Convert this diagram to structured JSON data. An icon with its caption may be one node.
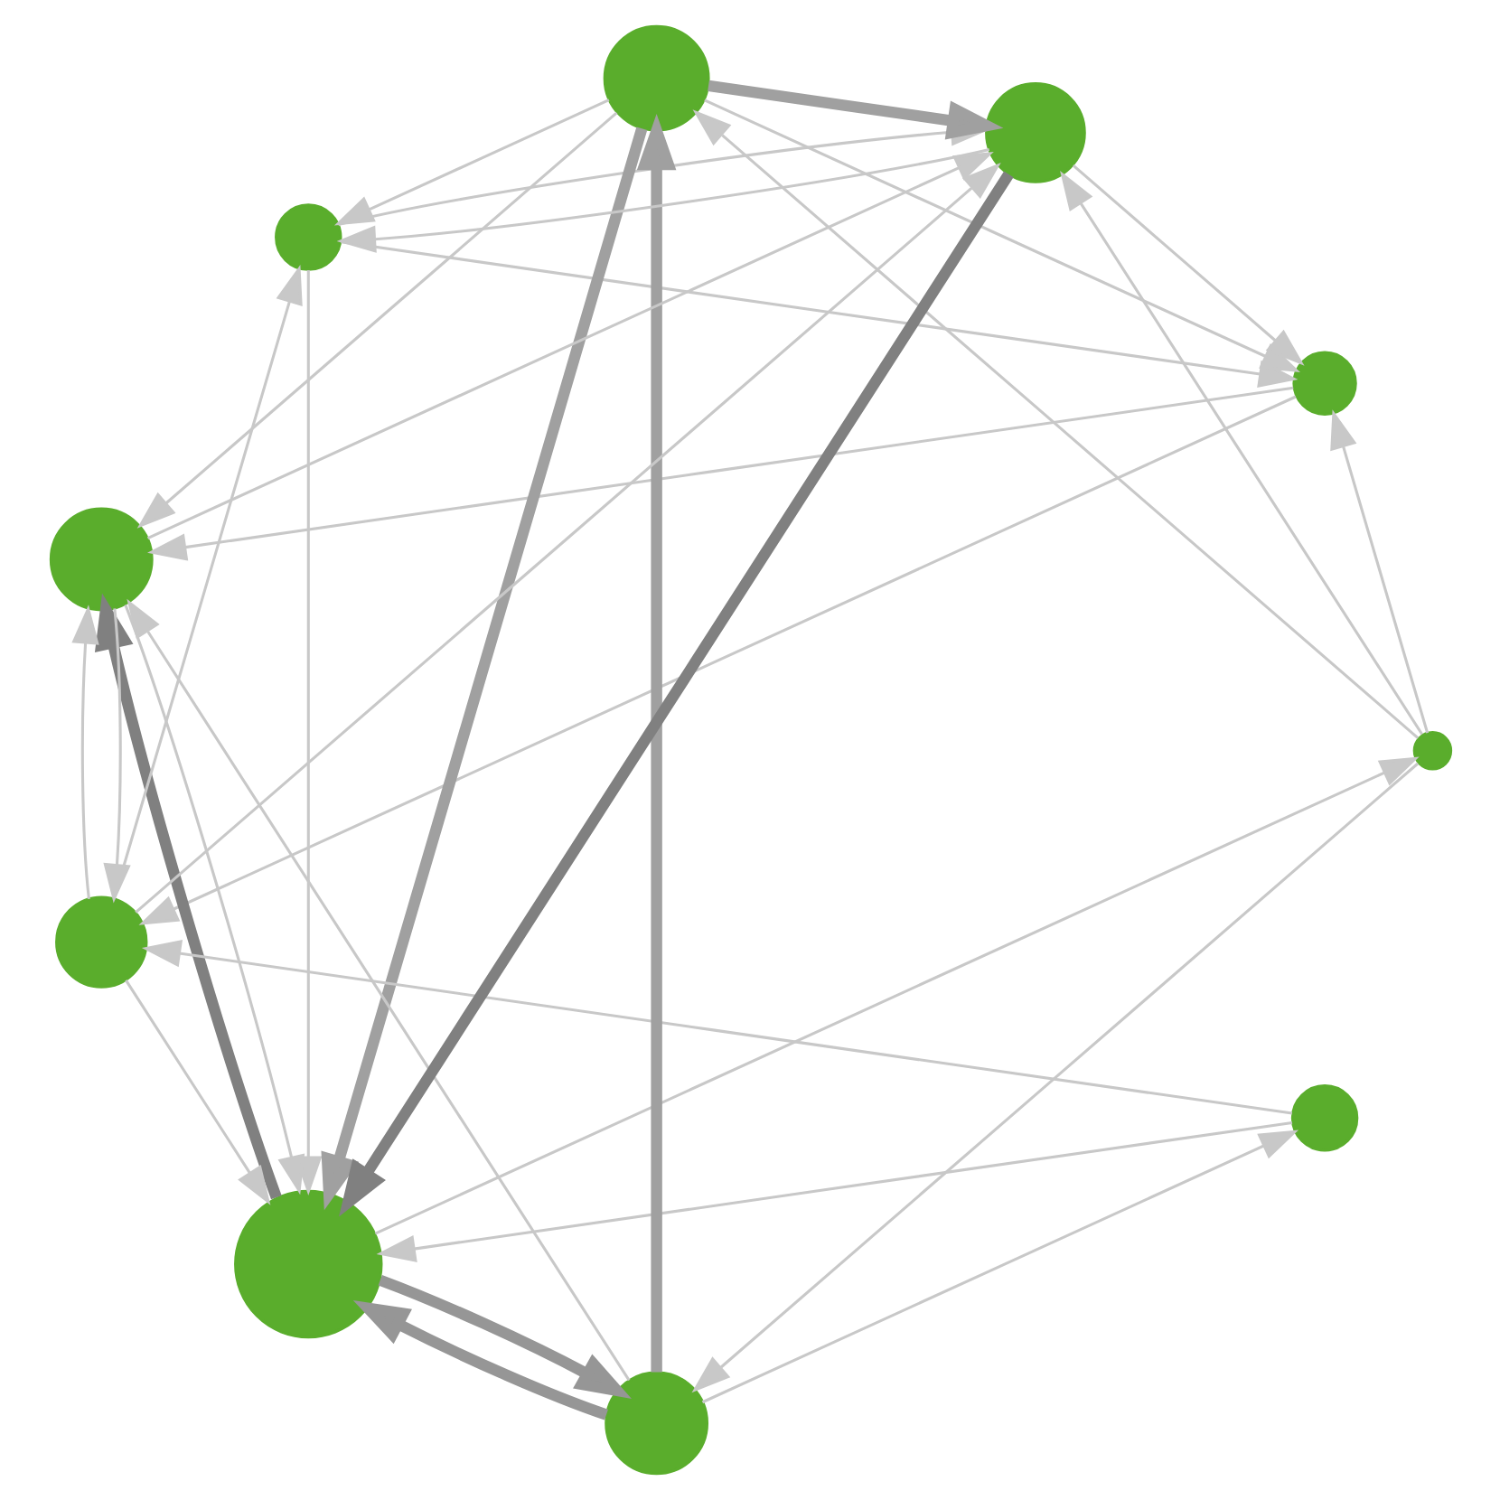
{
  "diagram": {
    "nodes": [
      {
        "text": [],
        "shape": "circle"
      },
      {
        "text": [],
        "shape": "circle"
      },
      {
        "text": [],
        "shape": "circle"
      },
      {
        "text": [],
        "shape": "circle"
      },
      {
        "text": [],
        "shape": "circle"
      },
      {
        "text": [],
        "shape": "circle"
      },
      {
        "text": [],
        "shape": "circle"
      },
      {
        "text": [],
        "shape": "circle"
      },
      {
        "text": [],
        "shape": "circle"
      },
      {
        "text": [],
        "shape": "circle"
      }
    ],
    "edges": [
      {
        "from": 8,
        "to": 4,
        "arrow": "to",
        "style": "thick",
        "color": "#808080"
      },
      {
        "from": 4,
        "to": 7,
        "arrow": "to",
        "style": "thick",
        "color": "#808080"
      },
      {
        "from": 3,
        "to": 4,
        "arrow": "to",
        "style": "thick",
        "color": "#a0a0a0"
      },
      {
        "from": 4,
        "to": 6,
        "arrow": "to",
        "style": "thick",
        "color": "#969696"
      },
      {
        "from": 6,
        "to": 4,
        "arrow": "to",
        "style": "thick",
        "color": "#969696"
      },
      {
        "from": 6,
        "to": 3,
        "arrow": "to",
        "style": "thick",
        "color": "#a0a0a0"
      },
      {
        "from": 3,
        "to": 8,
        "arrow": "to",
        "style": "thick",
        "color": "#a0a0a0"
      },
      {
        "from": 7,
        "to": 4,
        "arrow": "to"
      },
      {
        "from": 3,
        "to": 7,
        "arrow": "to"
      },
      {
        "from": 2,
        "to": 4,
        "arrow": "to"
      },
      {
        "from": 9,
        "to": 2,
        "arrow": "to"
      },
      {
        "from": 8,
        "to": 0,
        "arrow": "to"
      },
      {
        "from": 0,
        "to": 9,
        "arrow": "to"
      },
      {
        "from": 0,
        "to": 7,
        "arrow": "to"
      },
      {
        "from": 3,
        "to": 0,
        "arrow": "to"
      },
      {
        "from": 2,
        "to": 0,
        "arrow": "to"
      },
      {
        "from": 1,
        "to": 0,
        "arrow": "to"
      },
      {
        "from": 1,
        "to": 6,
        "arrow": "to"
      },
      {
        "from": 1,
        "to": 3,
        "arrow": "to"
      },
      {
        "from": 1,
        "to": 8,
        "arrow": "to"
      },
      {
        "from": 2,
        "to": 8,
        "arrow": "to"
      },
      {
        "from": 5,
        "to": 4,
        "arrow": "to"
      },
      {
        "from": 6,
        "to": 5,
        "arrow": "to"
      },
      {
        "from": 5,
        "to": 9,
        "arrow": "to"
      },
      {
        "from": 9,
        "to": 8,
        "arrow": "to"
      },
      {
        "from": 9,
        "to": 7,
        "arrow": "to"
      },
      {
        "from": 7,
        "to": 9,
        "arrow": "to"
      },
      {
        "from": 9,
        "to": 4,
        "arrow": "to"
      },
      {
        "from": 8,
        "to": 2,
        "arrow": "to"
      },
      {
        "from": 3,
        "to": 2,
        "arrow": "to"
      },
      {
        "from": 4,
        "to": 1,
        "arrow": "to"
      },
      {
        "from": 6,
        "to": 7,
        "arrow": "to"
      },
      {
        "from": 7,
        "to": 8,
        "arrow": "to"
      }
    ]
  }
}
